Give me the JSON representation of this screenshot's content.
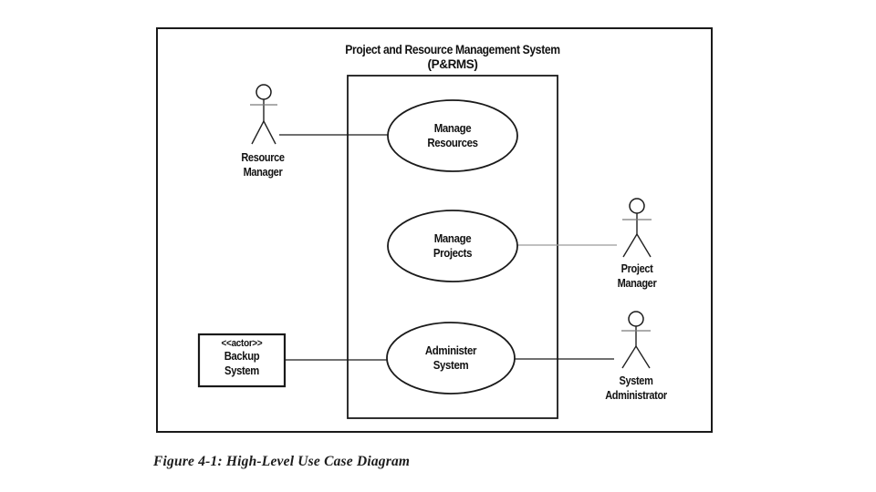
{
  "diagram": {
    "title": "Project and Resource Management System",
    "subtitle": "(P&RMS)",
    "use_cases": [
      {
        "id": "manage-resources",
        "label": "Manage\nResources"
      },
      {
        "id": "manage-projects",
        "label": "Manage\nProjects"
      },
      {
        "id": "administer-system",
        "label": "Administer\nSystem"
      }
    ],
    "actors": [
      {
        "id": "resource-manager",
        "label": "Resource\nManager"
      },
      {
        "id": "project-manager",
        "label": "Project\nManager"
      },
      {
        "id": "system-administrator",
        "label": "System\nAdministrator"
      }
    ],
    "external_actor_box": {
      "stereotype": "<<actor>>",
      "label": "Backup\nSystem"
    },
    "connections": [
      {
        "from": "Resource Manager",
        "to": "Manage Resources"
      },
      {
        "from": "Manage Projects",
        "to": "Project Manager"
      },
      {
        "from": "Backup System",
        "to": "Administer System"
      },
      {
        "from": "Administer System",
        "to": "System Administrator"
      }
    ],
    "caption": "Figure 4-1: High-Level Use Case Diagram",
    "colors": {
      "stroke": "#1a1a1a",
      "gray_association": "#9b9b9b",
      "background": "#ffffff"
    }
  }
}
